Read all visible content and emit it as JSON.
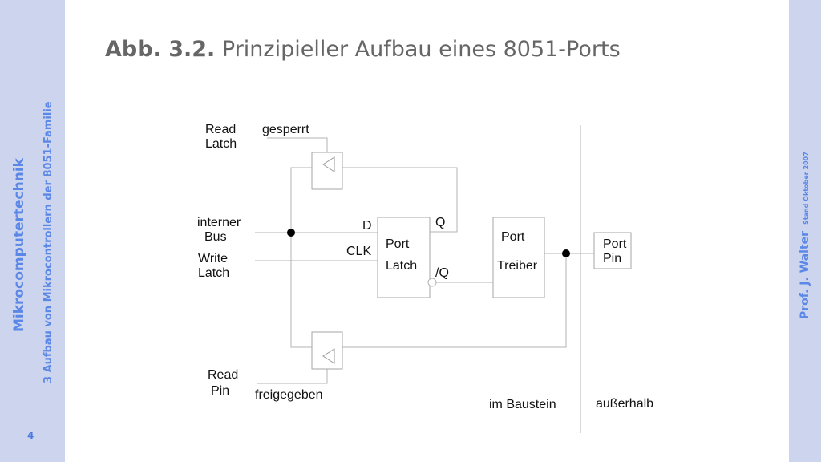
{
  "sidebar": {
    "course": "Mikrocomputertechnik",
    "chapter": "3 Aufbau von Mikrocontrollern der 8051-Familie",
    "page_number": "4"
  },
  "right_bar": {
    "author": "Prof. J. Walter",
    "stand": "Stand Oktober 2007"
  },
  "title": {
    "number": "Abb. 3.2.",
    "text": "Prinzipieller Aufbau eines 8051-Ports"
  },
  "diagram": {
    "read_latch": [
      "Read",
      "Latch"
    ],
    "gesperrt": "gesperrt",
    "interner_bus": [
      "interner",
      "Bus"
    ],
    "write_latch": [
      "Write",
      "Latch"
    ],
    "read_pin": [
      "Read",
      "Pin"
    ],
    "freigegeben": "freigegeben",
    "latch_in_d": "D",
    "latch_in_clk": "CLK",
    "latch_out_q": "Q",
    "latch_out_nq": "/Q",
    "port_latch": [
      "Port",
      "Latch"
    ],
    "port_treiber": [
      "Port",
      "Treiber"
    ],
    "port_pin": [
      "Port",
      "Pin"
    ],
    "im_baustein": "im Baustein",
    "ausserhalb": "außerhalb"
  }
}
